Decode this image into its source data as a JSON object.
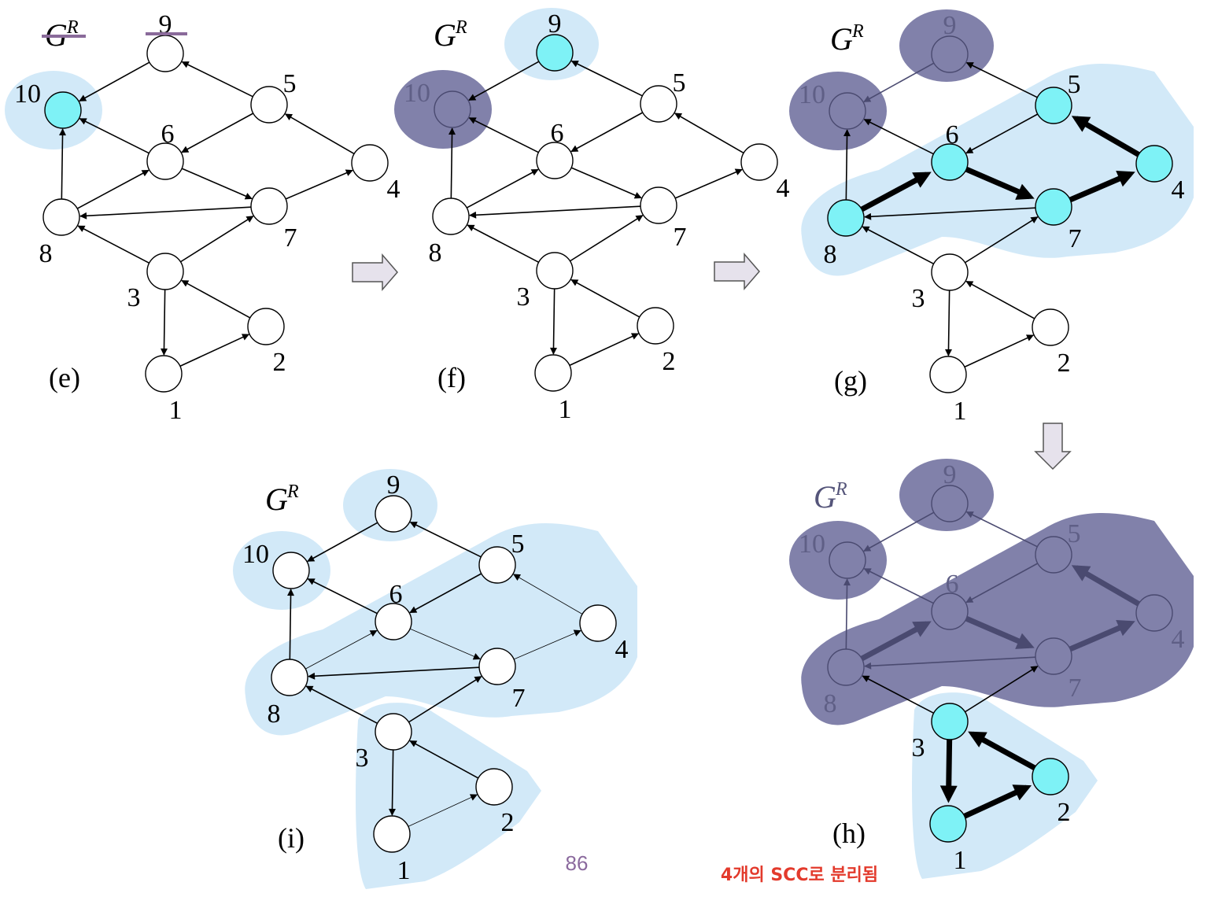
{
  "graph_title": "G",
  "graph_title_sup": "R",
  "nodes": [
    "1",
    "2",
    "3",
    "4",
    "5",
    "6",
    "7",
    "8",
    "9",
    "10"
  ],
  "edges": [
    [
      "9",
      "10"
    ],
    [
      "5",
      "9"
    ],
    [
      "6",
      "10"
    ],
    [
      "8",
      "10"
    ],
    [
      "5",
      "6"
    ],
    [
      "4",
      "5"
    ],
    [
      "6",
      "7"
    ],
    [
      "8",
      "6"
    ],
    [
      "7",
      "8"
    ],
    [
      "7",
      "4"
    ],
    [
      "3",
      "8"
    ],
    [
      "3",
      "7"
    ],
    [
      "2",
      "3"
    ],
    [
      "3",
      "1"
    ],
    [
      "1",
      "2"
    ]
  ],
  "panels": {
    "e": {
      "caption": "(e)",
      "cyan_nodes": [
        "10"
      ],
      "light_regions": [
        "10"
      ],
      "dark_regions": [],
      "dim_nodes": [],
      "bold_edges": [],
      "underlined": true
    },
    "f": {
      "caption": "(f)",
      "cyan_nodes": [
        "9"
      ],
      "light_regions": [
        "9"
      ],
      "dark_regions": [
        "10"
      ],
      "dim_nodes": [
        "10"
      ],
      "bold_edges": [],
      "underlined": false
    },
    "g": {
      "caption": "(g)",
      "cyan_nodes": [
        "5",
        "6",
        "7",
        "4",
        "8"
      ],
      "light_regions": [
        "main"
      ],
      "dark_regions": [
        "10",
        "9"
      ],
      "dim_nodes": [
        "10",
        "9"
      ],
      "bold_edges": [
        [
          "8",
          "6"
        ],
        [
          "6",
          "7"
        ],
        [
          "7",
          "4"
        ],
        [
          "4",
          "5"
        ]
      ],
      "underlined": false
    },
    "h": {
      "caption": "(h)",
      "cyan_nodes": [
        "3",
        "2",
        "1"
      ],
      "light_regions": [
        "bottom"
      ],
      "dark_regions": [
        "10",
        "9",
        "main"
      ],
      "dim_nodes": [
        "10",
        "9",
        "5",
        "6",
        "7",
        "4",
        "8"
      ],
      "bold_edges": [
        [
          "8",
          "6"
        ],
        [
          "6",
          "7"
        ],
        [
          "7",
          "4"
        ],
        [
          "4",
          "5"
        ],
        [
          "3",
          "1"
        ],
        [
          "1",
          "2"
        ],
        [
          "2",
          "3"
        ]
      ],
      "underlined": false
    },
    "i": {
      "caption": "(i)",
      "cyan_nodes": [],
      "light_regions": [
        "10",
        "9",
        "main",
        "bottom"
      ],
      "dark_regions": [],
      "dim_nodes": [],
      "bold_edges": [],
      "underlined": false
    }
  },
  "page_number": "86",
  "note": "4개의 SCC로 분리됨",
  "colors": {
    "light_region": "#d2e9f8",
    "dark_region": "#8181aa",
    "cyan_node": "#7ef2f6",
    "arrow_fill": "#e6e2ec",
    "underline": "#8a6a9a",
    "page_number": "#8b6a9e",
    "note": "#e33a2c"
  }
}
